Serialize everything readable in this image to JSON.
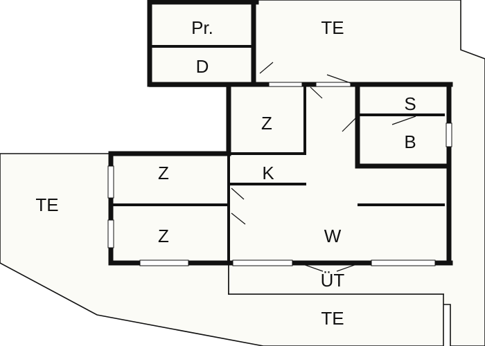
{
  "labels": {
    "terrace_top": "TE",
    "terrace_left": "TE",
    "terrace_bottom": "TE",
    "pr": "Pr.",
    "d": "D",
    "z_top": "Z",
    "s": "S",
    "b": "B",
    "z_mid": "Z",
    "k": "K",
    "z_bottom": "Z",
    "w": "W",
    "ut": "ÜT"
  }
}
